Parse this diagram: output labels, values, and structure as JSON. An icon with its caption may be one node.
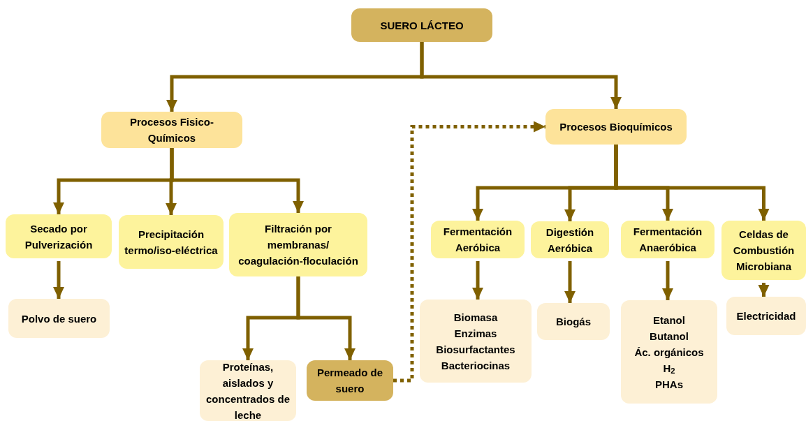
{
  "diagram": {
    "nodes": [
      {
        "text": [
          "SUERO LÁCTEO"
        ]
      },
      {
        "text": [
          "Procesos Fisico-Químicos"
        ]
      },
      {
        "text": [
          "Procesos Bioquímicos"
        ]
      },
      {
        "text": [
          "Secado por Pulverización"
        ]
      },
      {
        "text": [
          "Precipitación termo/iso-eléctrica"
        ]
      },
      {
        "text": [
          "Filtración por membranas/ coagulación-floculación"
        ]
      },
      {
        "text": [
          "Polvo de suero"
        ]
      },
      {
        "text": [
          "Proteínas, aislados y concentrados de leche"
        ]
      },
      {
        "text": [
          "Permeado de suero"
        ]
      },
      {
        "text": [
          "Fermentación Aeróbica"
        ]
      },
      {
        "text": [
          "Digestión Aeróbica"
        ]
      },
      {
        "text": [
          "Fermentación Anaeróbica"
        ]
      },
      {
        "text": [
          "Celdas de Combustión Microbiana"
        ]
      },
      {
        "text": [
          "Biomasa",
          "Enzimas",
          "Biosurfactantes",
          "Bacteriocinas"
        ]
      },
      {
        "text": [
          "Biogás"
        ]
      },
      {
        "text": [
          "Etanol",
          "Butanol",
          "Ác. orgánicos",
          "H$_{2}$",
          "PHAs"
        ]
      },
      {
        "text": [
          "Electricidad"
        ]
      }
    ],
    "edges": [
      {
        "from": 0,
        "to": 1,
        "arrow": "to"
      },
      {
        "from": 0,
        "to": 2,
        "arrow": "to"
      },
      {
        "from": 1,
        "to": 3,
        "arrow": "to"
      },
      {
        "from": 1,
        "to": 4,
        "arrow": "to"
      },
      {
        "from": 1,
        "to": 5,
        "arrow": "to"
      },
      {
        "from": 3,
        "to": 6,
        "arrow": "to"
      },
      {
        "from": 5,
        "to": 7,
        "arrow": "to"
      },
      {
        "from": 5,
        "to": 8,
        "arrow": "to"
      },
      {
        "from": 8,
        "to": 2,
        "arrow": "to",
        "style": "dashed"
      },
      {
        "from": 2,
        "to": 9,
        "arrow": "to"
      },
      {
        "from": 2,
        "to": 10,
        "arrow": "to"
      },
      {
        "from": 2,
        "to": 11,
        "arrow": "to"
      },
      {
        "from": 2,
        "to": 12,
        "arrow": "to"
      },
      {
        "from": 9,
        "to": 13,
        "arrow": "to"
      },
      {
        "from": 10,
        "to": 14,
        "arrow": "to"
      },
      {
        "from": 11,
        "to": 15,
        "arrow": "to"
      },
      {
        "from": 12,
        "to": 16,
        "arrow": "to"
      }
    ]
  }
}
